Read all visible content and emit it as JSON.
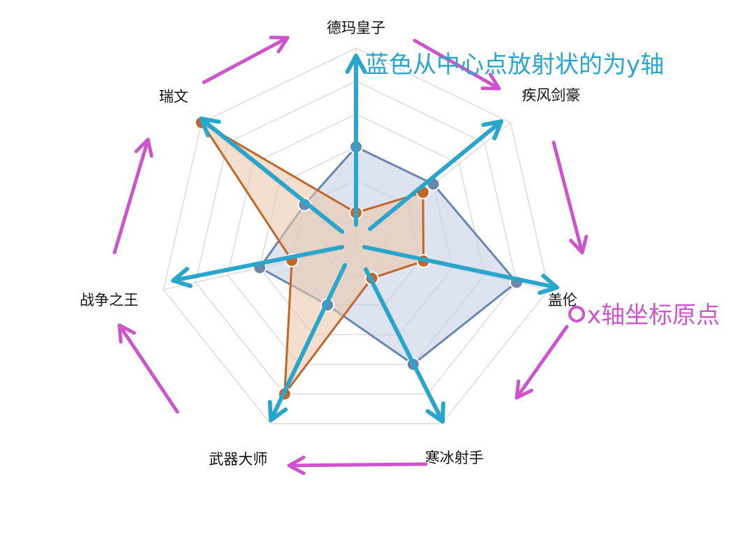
{
  "chart_data": {
    "type": "radar",
    "axes": [
      "德玛皇子",
      "疾风剑豪",
      "盖伦",
      "寒冰射手",
      "武器大师",
      "战争之王",
      "瑞文"
    ],
    "rmax": 6,
    "grid_levels": 6,
    "series": [
      {
        "values": [
          3,
          3,
          5,
          4,
          2,
          3,
          2
        ],
        "color": "#6a86ad",
        "fill": "#c6d0e4"
      },
      {
        "values": [
          1,
          2.6,
          2.1,
          1.1,
          5,
          2,
          6
        ],
        "color": "#c0662a",
        "fill": "#ecc8ad"
      }
    ]
  },
  "annotations": {
    "y_axis": "蓝色从中心点放射状的为y轴",
    "x_origin": "x轴坐标原点",
    "y_color": "#2aa6cc",
    "x_color": "#cc55cc"
  }
}
